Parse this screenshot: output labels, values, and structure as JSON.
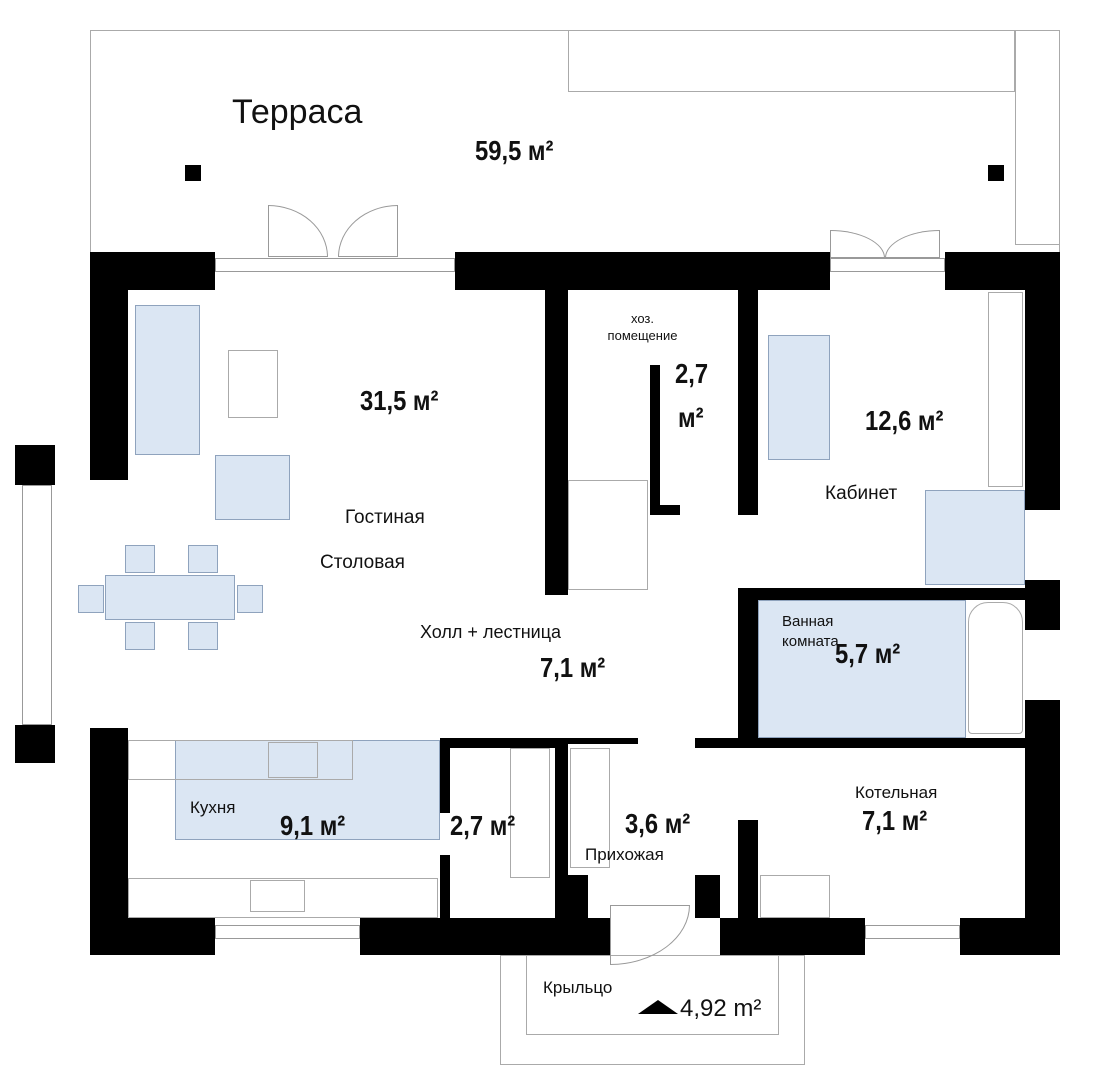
{
  "rooms": {
    "terrace": {
      "name": "Терраса",
      "area": "59,5 м²"
    },
    "living": {
      "name1": "Гостиная",
      "name2": "Столовая",
      "area": "31,5 м²"
    },
    "utility": {
      "name": "хоз. помещение",
      "area1": "2,7",
      "area2": "м²"
    },
    "study": {
      "name": "Кабинет",
      "area": "12,6 м²"
    },
    "hall": {
      "name": "Холл + лестница",
      "area": "7,1 м²"
    },
    "bathroom": {
      "name": "Ванная комната",
      "area": "5,7 м²"
    },
    "kitchen": {
      "name": "Кухня",
      "area": "9,1 м²"
    },
    "pantry": {
      "area": "2,7 м²"
    },
    "entry": {
      "name": "Прихожая",
      "area": "3,6 м²"
    },
    "boiler": {
      "name": "Котельная",
      "area": "7,1 м²"
    },
    "porch": {
      "name": "Крыльцо",
      "area": "4,92 m²"
    }
  },
  "colors": {
    "wall": "#000000",
    "fill": "#dbe6f3"
  }
}
